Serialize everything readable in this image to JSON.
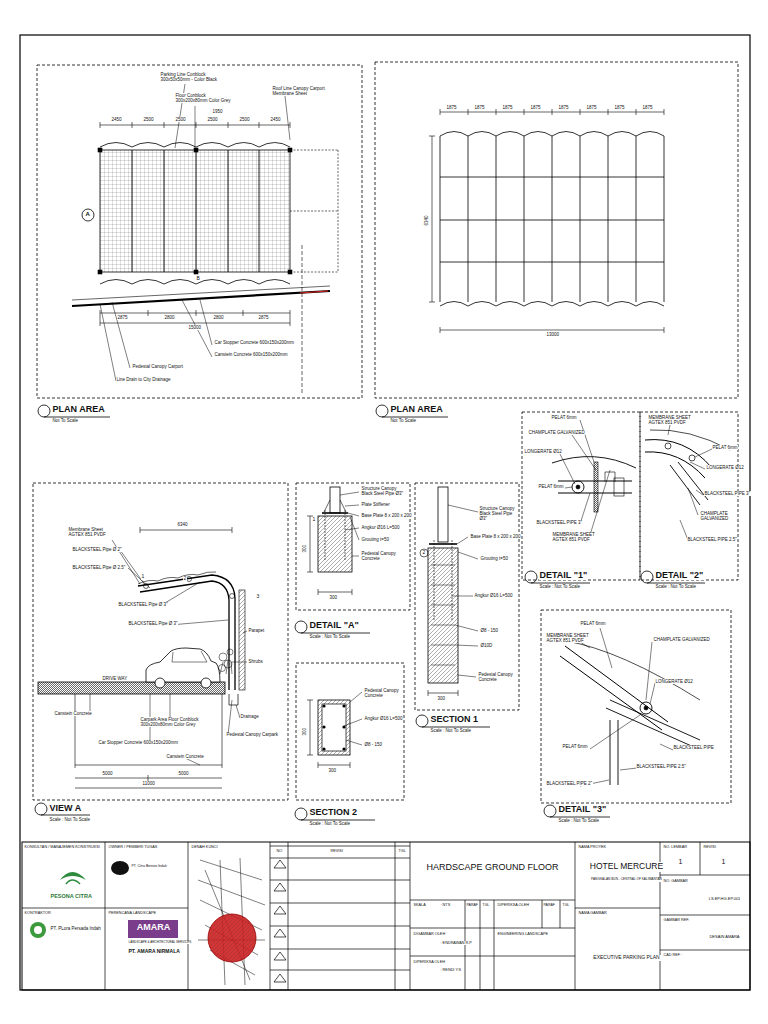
{
  "diagram": {
    "labels": [
      "Parking Line Conblock 300x50x50mm - Color Black",
      "Floor Conblock 300x200x80mm Color Grey",
      "1950",
      "Roof Line Canopy Carport Membrane Sheet",
      "2450",
      "2500",
      "2500",
      "2500",
      "2500",
      "2450",
      "A",
      "B",
      "2875",
      "2800",
      "2800",
      "2875",
      "15000",
      "Car Stopper Concrete 600x150x200mm",
      "Canstein Concrete 600x150x200mm",
      "Pedestal Canopy Carport",
      "Line Drain to City Drainage",
      "PLAN AREA",
      "Not To Scale",
      "1875",
      "1875",
      "1875",
      "1875",
      "1875",
      "1875",
      "1875",
      "1875",
      "6340",
      "13000",
      "PLAN AREA",
      "Not To Scale",
      "6340",
      "Membrane Sheet AGTEX 851 PVDF",
      "BLACKSTEEL Pipe Ø 2\"",
      "BLACKSTEEL Pipe Ø 2.5\"",
      "1",
      "2",
      "3",
      "BLACKSTEEL Pipe Ø 3\"",
      "BLACKSTEEL Pipe Ø 3\"",
      "Parapet",
      "Shrubs",
      "DRIVE WAY",
      "Canstein Concrete",
      "Carpark Area Floor Conblock 300x200x80mm Color Grey",
      "Car Stopper Concrete 600x150x200mm",
      "Drainage",
      "Pedestal Canopy Carpark",
      "Canstein Concrete",
      "5000",
      "5000",
      "11000",
      "VIEW A",
      "Scale : Not To Scale",
      "Structure Canopy Black Steel Pipe Ø3\"",
      "Plate Stiffener",
      "Base Plate 8 x 200 x 200",
      "Angkur Ø16 L=500",
      "Grouting t=50",
      "Pedestal Canopy Concrete",
      "1",
      "300",
      "300",
      "DETAIL \"A\"",
      "Scale : Not To Scale",
      "Pedestal Canopy Concrete",
      "Angkur Ø16 L=500",
      "Ø8 - 150",
      "300",
      "300",
      "SECTION 2",
      "Scale : Not To Scale",
      "Structure Canopy Black Steel Pipe Ø3\"",
      "Base Plate 8 x 200 x 200",
      "Grouting t=50",
      "Angkur Ø16 L=500",
      "Ø8 - 150",
      "Ø10D",
      "Pedestal Canopy Concrete",
      "2",
      "300",
      "SECTION 1",
      "Scale : Not To Scale",
      "PELAT 6mm",
      "CHAMPLATE GALVANIZED",
      "LONGERATE Ø12",
      "PELAT 6mm",
      "BLACKSTEEL PIPE 3\"",
      "MEMBRANE SHEET AGTEX 851 PVDF",
      "DETAIL \"1\"",
      "Scale : Not To Scale",
      "MEMBRANE SHEET AGTEX 851 PVDF",
      "PELAT 6mm",
      "LONGERATE Ø12",
      "BLACKSTEEL PIPE 3\"",
      "CHAMPLATE GALVANIZED",
      "BLACKSTEEL PIPE 2.5\"",
      "DETAIL \"2\"",
      "Scale : Not To Scale",
      "PELAT 6mm",
      "MEMBRANE SHEET AGTEX 851 PVDF",
      "CHAMPLATE GALVANIZED",
      "LONGERATE Ø12",
      "PELAT 6mm",
      "BLACKSTEEL PIPE",
      "BLACKSTEEL PIPE 2.5\"",
      "BLACKSTEEL PIPE 2\"",
      "DETAIL \"3\"",
      "Scale : Not To Scale",
      "KONSULTAN / MANAJEMEN KONSTRUKSI",
      "PESONA CITRA",
      "KONTRAKTOR",
      "PT. PLora Persada Indah",
      "OWNER / PEMBERI TUGAS",
      "PT. Citra Borneo Indah",
      "PERENCANA LANDSCAPE",
      "AMARA",
      "LANDSCAPE & ARCHITECTURAL SERVICES",
      "PT. AMARA NIRMALA",
      "DENAH KUNCI",
      "NO",
      "REVISI",
      "TGL",
      "HARDSCAPE GROUND FLOOR",
      "SKALA",
      ": NTS",
      "PARAF",
      "TGL",
      "DIPERIKSA OLEH",
      "PARAF",
      "TGL",
      "DIGAMBAR OLEH",
      ": ENDRAWAN R.P",
      "ENGINEERING LANDSCAPE",
      "DIPERIKSA OLEH",
      ": RENDI Y.S",
      "NAMA PROYEK",
      "HOTEL MERCURE",
      "PANGKALAN BUN - CENTRAL OF KALIMANTAN",
      "NAMA GAMBAR",
      "EXECUTIVE PARKING PLAN",
      "NO. LEMBAR",
      "REVISI",
      "1",
      "1",
      "NO. GAMBAR",
      "LS.EP.HG.EP.001",
      "GAMBAR REF.",
      "DESAIN AMARA",
      "CAD REF :"
    ]
  }
}
